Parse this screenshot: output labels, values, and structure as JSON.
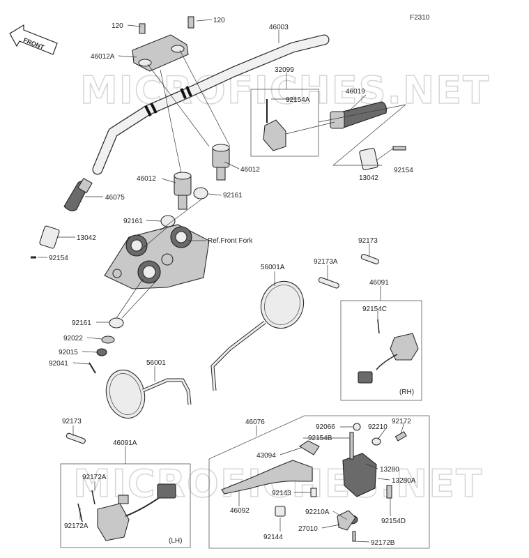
{
  "figure_code": "F2310",
  "front_arrow": "FRONT",
  "watermark": "MICROFICHES.NET",
  "callouts": {
    "p120a": "120",
    "p120b": "120",
    "p46003": "46003",
    "p46012A": "46012A",
    "p32099": "32099",
    "p92154A": "92154A",
    "p46019": "46019",
    "p92154r": "92154",
    "p13042r": "13042",
    "p46012a": "46012",
    "p46012b": "46012",
    "p92161a": "92161",
    "p92161b": "92161",
    "p46075": "46075",
    "p13042l": "13042",
    "p92154l": "92154",
    "refFork": "Ref.Front Fork",
    "p92173a": "92173",
    "p92173A": "92173A",
    "p56001A": "56001A",
    "p46091": "46091",
    "p92154C": "92154C",
    "rh": "(RH)",
    "p92161c": "92161",
    "p92022": "92022",
    "p92015": "92015",
    "p92041": "92041",
    "p56001": "56001",
    "p92173b": "92173",
    "p46091A": "46091A",
    "p46076": "46076",
    "p92066": "92066",
    "p92210": "92210",
    "p92172": "92172",
    "p43094": "43094",
    "p92154B": "92154B",
    "p13280": "13280",
    "p13280A": "13280A",
    "p92172A1": "92172A",
    "p92172A2": "92172A",
    "lh": "(LH)",
    "p92143": "92143",
    "p46092": "46092",
    "p92210A": "92210A",
    "p92154D": "92154D",
    "p27010": "27010",
    "p92144": "92144",
    "p92172B": "92172B"
  }
}
